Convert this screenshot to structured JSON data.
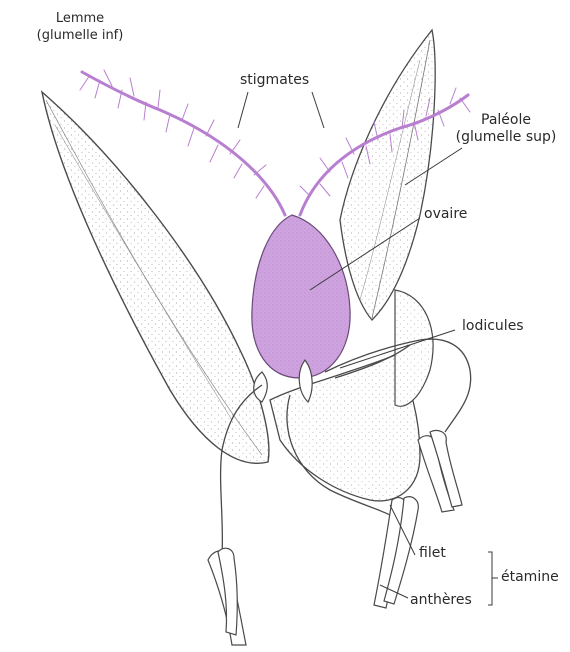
{
  "labels": {
    "lemme_1": "Lemme",
    "lemme_2": "(glumelle inf)",
    "stigmates": "stigmates",
    "paleole_1": "Paléole",
    "paleole_2": "(glumelle sup)",
    "ovaire": "ovaire",
    "lodicules": "lodicules",
    "filet": "filet",
    "antheres": "anthères",
    "etamine": "étamine"
  },
  "colors": {
    "ovary_fill": "#cfa2e0",
    "stigma_stroke": "#b87fd0",
    "outline": "#4a4a4a",
    "leader_line": "#3a3a3a",
    "background": "#ffffff"
  }
}
